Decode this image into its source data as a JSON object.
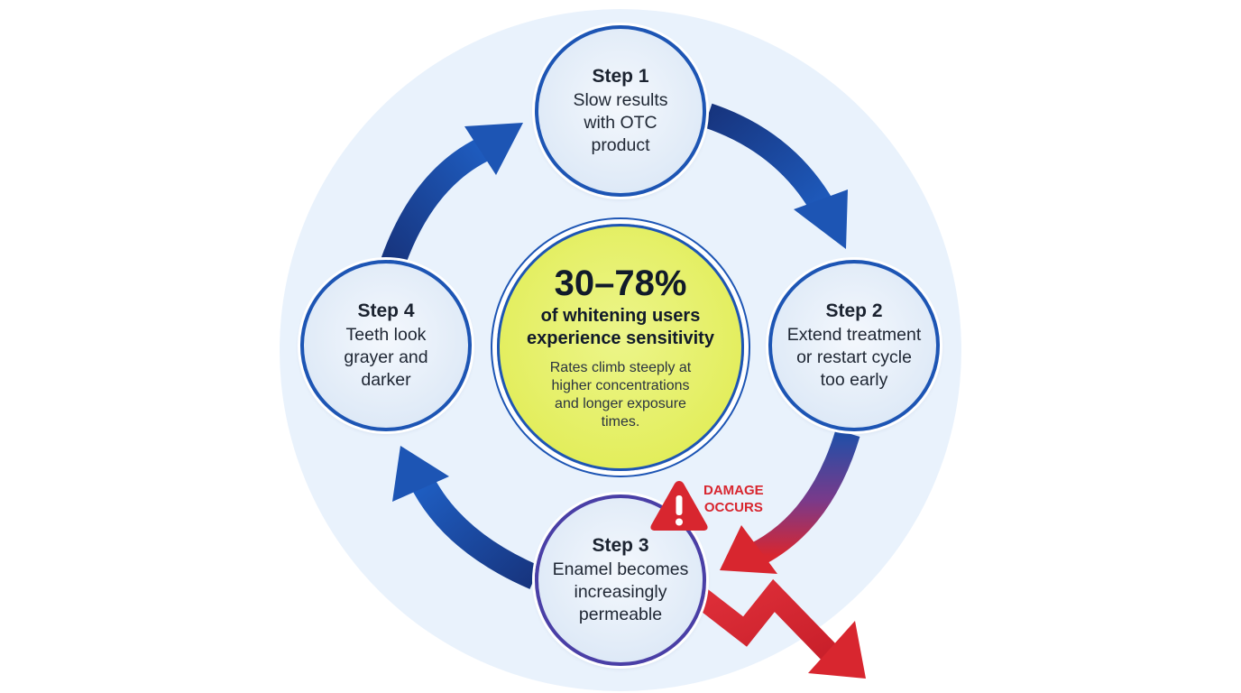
{
  "steps": [
    {
      "title": "Step 1",
      "body": "Slow results\nwith OTC\nproduct"
    },
    {
      "title": "Step 2",
      "body": "Extend treatment\nor restart cycle\ntoo early"
    },
    {
      "title": "Step 3",
      "body": "Enamel becomes\nincreasingly\npermeable"
    },
    {
      "title": "Step 4",
      "body": "Teeth look\ngrayer and\ndarker"
    }
  ],
  "center": {
    "headline": "30–78%",
    "subhead": "of whitening users\nexperience sensitivity",
    "note": "Rates climb steeply at\nhigher concentrations\nand longer exposure\ntimes."
  },
  "warning": {
    "label": "DAMAGE\nOCCURS",
    "icon": "warning-triangle-icon",
    "trend_icon": "downward-zigzag-arrow-icon"
  },
  "colors": {
    "cycle_blue": "#1d55b4",
    "arrow_dark_blue": "#17357f",
    "damage_red": "#d8262f",
    "center_yellow": "#e3ee5e",
    "background_disc": "#e9f2fc"
  }
}
